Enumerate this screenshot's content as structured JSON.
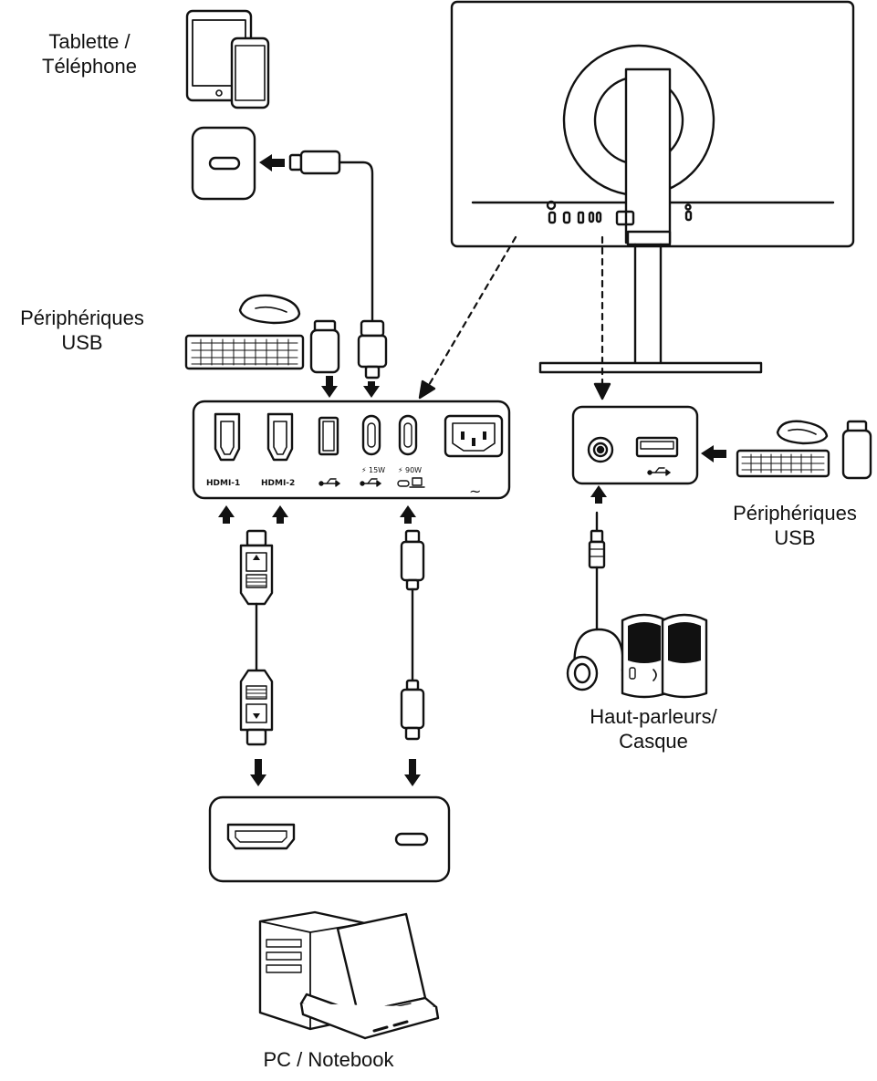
{
  "labels": {
    "tablet_phone_line1": "Tablette /",
    "tablet_phone_line2": "Téléphone",
    "usb_devices_left_line1": "Périphériques",
    "usb_devices_left_line2": "USB",
    "usb_devices_right_line1": "Périphériques",
    "usb_devices_right_line2": "USB",
    "speakers_line1": "Haut-parleurs/",
    "speakers_line2": "Casque",
    "pc_notebook": "PC / Notebook"
  },
  "ports": {
    "hdmi1": "HDMI-1",
    "hdmi2": "HDMI-2",
    "usb_c_15w": "15W",
    "usb_c_90w": "90W",
    "power_symbol": "~"
  },
  "colors": {
    "line": "#111111",
    "fill": "#ffffff"
  }
}
